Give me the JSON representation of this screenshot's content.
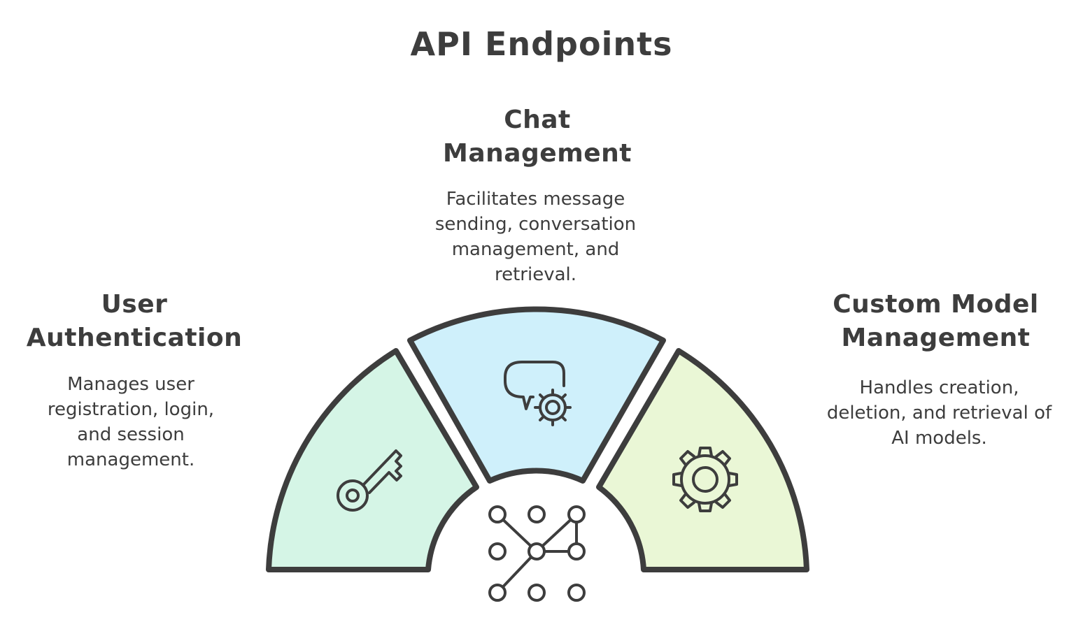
{
  "title": "API Endpoints",
  "sections": [
    {
      "heading_lines": [
        "User",
        "Authentication"
      ],
      "description": "Manages user registration, login, and session management.",
      "icon": "key-icon",
      "color": "#d5f5e6"
    },
    {
      "heading_lines": [
        "Chat",
        "Management"
      ],
      "description": "Facilitates message sending, conversation management, and retrieval.",
      "icon": "chat-settings-icon",
      "color": "#cff0fb"
    },
    {
      "heading_lines": [
        "Custom Model",
        "Management"
      ],
      "description": "Handles creation, deletion, and retrieval of AI models.",
      "icon": "gear-icon",
      "color": "#eaf7d6"
    }
  ],
  "hub_icon": "network-icon",
  "stroke_color": "#3d3d3d"
}
